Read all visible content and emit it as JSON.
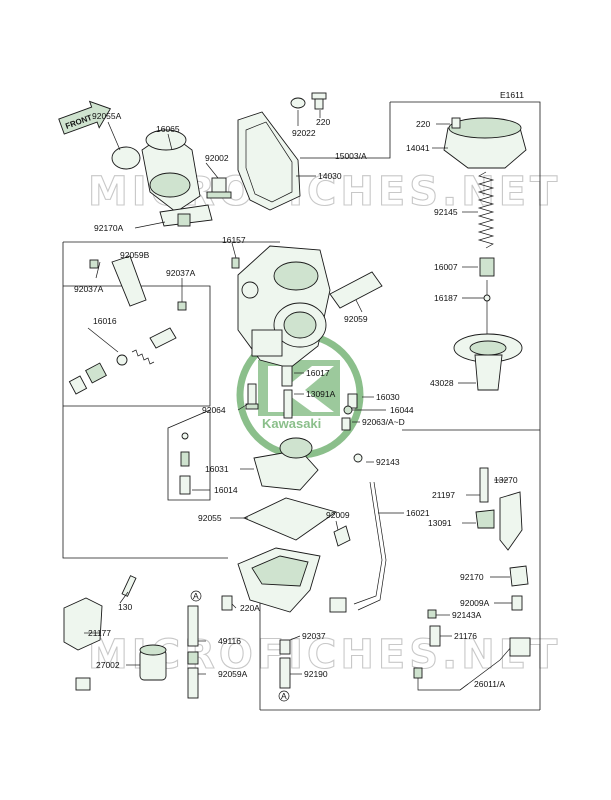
{
  "diagram_id": "E1611",
  "front_label": "FRONT",
  "watermark": "MICROFICHES.NET",
  "logo_text": "Kawasaki",
  "labels": {
    "p92055A": "92055A",
    "p16065": "16065",
    "p92002": "92002",
    "p92170A": "92170A",
    "p92022": "92022",
    "p220a": "220",
    "p15003A": "15003/A",
    "p14030": "14030",
    "p220b": "220",
    "p14041": "14041",
    "p92145": "92145",
    "p16007": "16007",
    "p16187": "16187",
    "p43028": "43028",
    "p16157": "16157",
    "p92059B": "92059B",
    "p92037Aa": "92037A",
    "p92037Ab": "92037A",
    "p16016": "16016",
    "p92059": "92059",
    "p16017": "16017",
    "p13091A": "13091A",
    "p16030": "16030",
    "p16044": "16044",
    "p92064": "92064",
    "p92063AD": "92063/A~D",
    "p92143": "92143",
    "p16031": "16031",
    "p16014": "16014",
    "p21197": "21197",
    "p13270": "13270",
    "p16021": "16021",
    "p13091": "13091",
    "p92055": "92055",
    "p92009": "92009",
    "p92170": "92170",
    "p130": "130",
    "p220A": "220A",
    "p92009A": "92009A",
    "p92143A": "92143A",
    "p21177": "21177",
    "p49116": "49116",
    "p92037": "92037",
    "p21176": "21176",
    "p27002": "27002",
    "p92059A": "92059A",
    "p92190": "92190",
    "p26011A": "26011/A",
    "markA1": "A",
    "markA2": "A"
  },
  "colors": {
    "line": "#1a1a1a",
    "part_fill": "#eef6ee",
    "part_green": "#cfe3cf",
    "logo_green": "#8bbf8b",
    "watermark": "#c8c8c8"
  }
}
